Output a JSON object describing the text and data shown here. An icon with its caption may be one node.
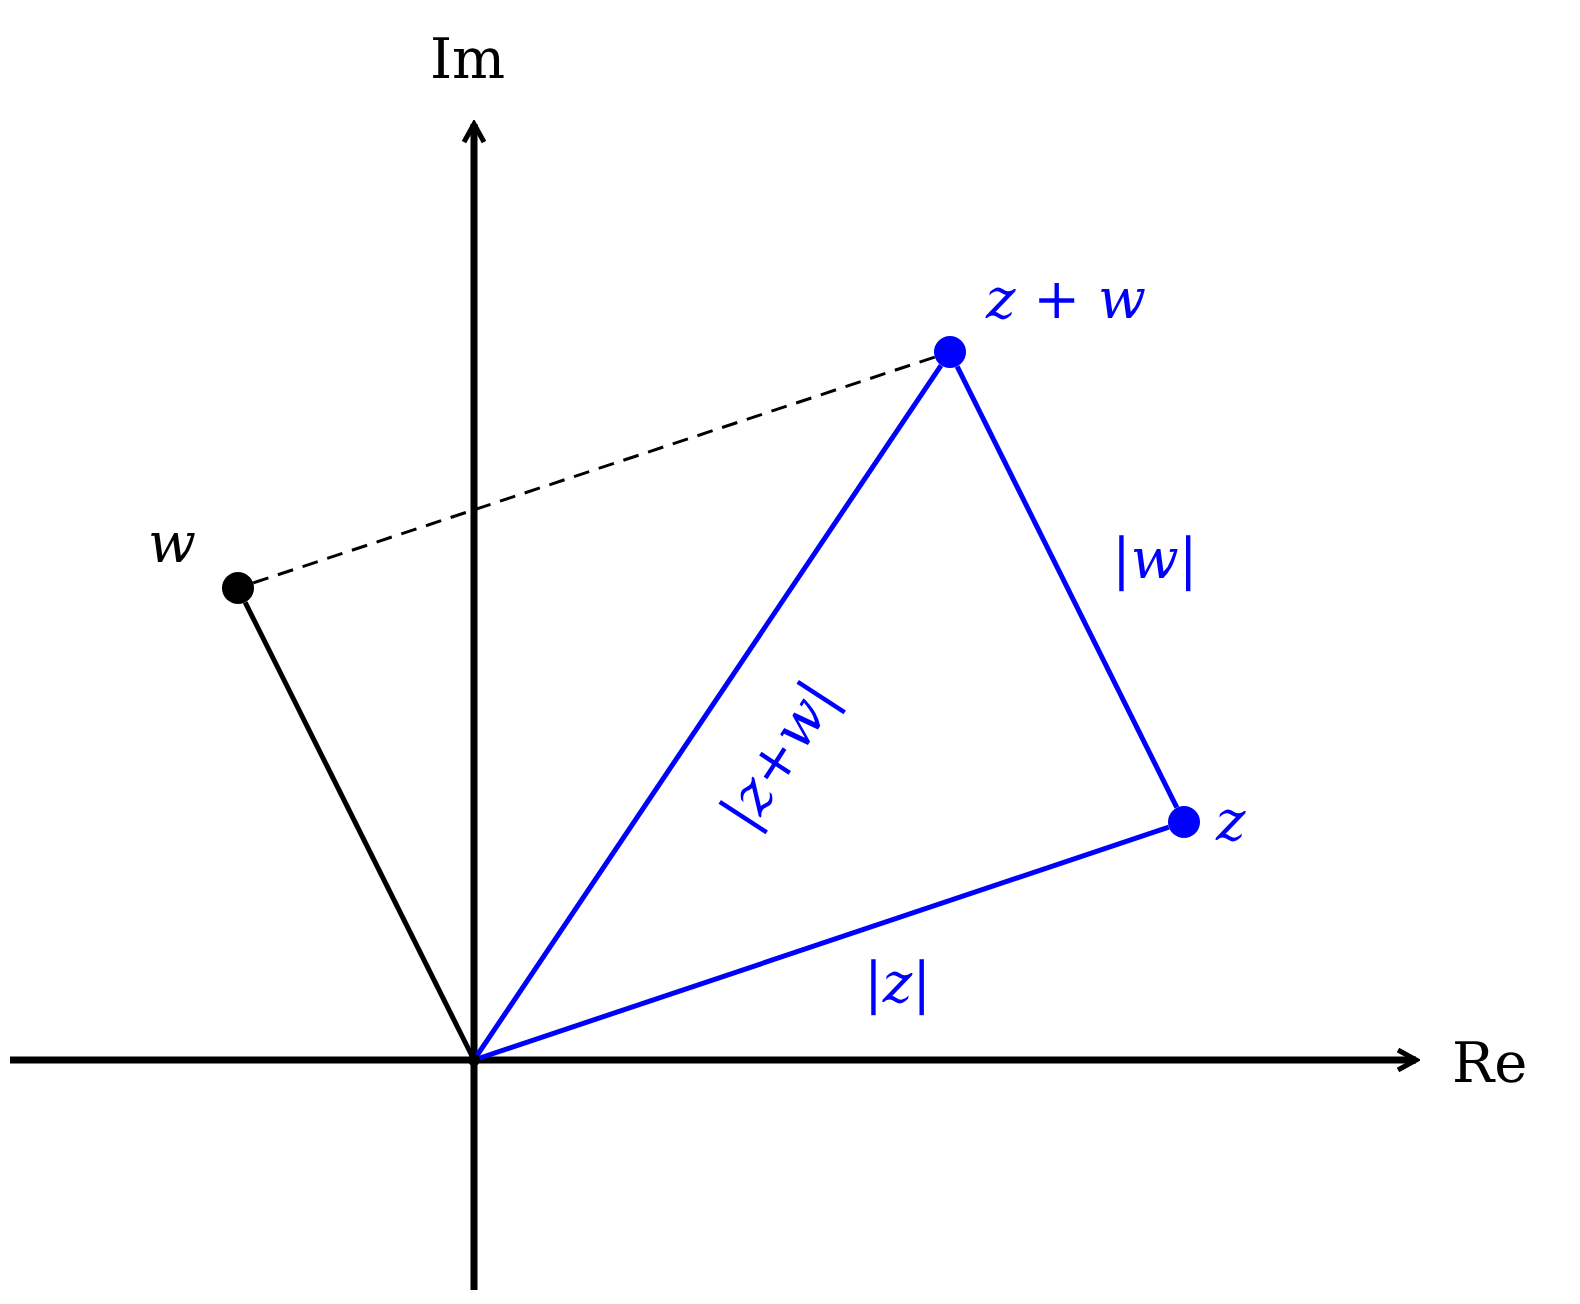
{
  "diagram": {
    "nodes": [
      {
        "text": [],
        "shape": "circle",
        "beside": [
          "z + w"
        ]
      },
      {
        "text": [],
        "shape": "circle",
        "beside": [
          "w"
        ]
      },
      {
        "text": [],
        "shape": "circle",
        "beside": [
          "z"
        ]
      },
      {
        "text": [],
        "shape": "point"
      }
    ],
    "edges": [
      {
        "from": 3,
        "to": 1,
        "arrow": "none",
        "color": "#000000"
      },
      {
        "from": 1,
        "to": 0,
        "arrow": "none",
        "style": "dashed",
        "color": "#000000"
      },
      {
        "from": 3,
        "to": 2,
        "arrow": "none",
        "label": "|z|",
        "color": "#0000ff"
      },
      {
        "from": 3,
        "to": 0,
        "arrow": "none",
        "label": "|z+w|",
        "color": "#0000ff"
      },
      {
        "from": 2,
        "to": 0,
        "arrow": "none",
        "label": "|w|",
        "color": "#0000ff"
      }
    ],
    "labels": [
      "Im",
      "Re"
    ]
  }
}
